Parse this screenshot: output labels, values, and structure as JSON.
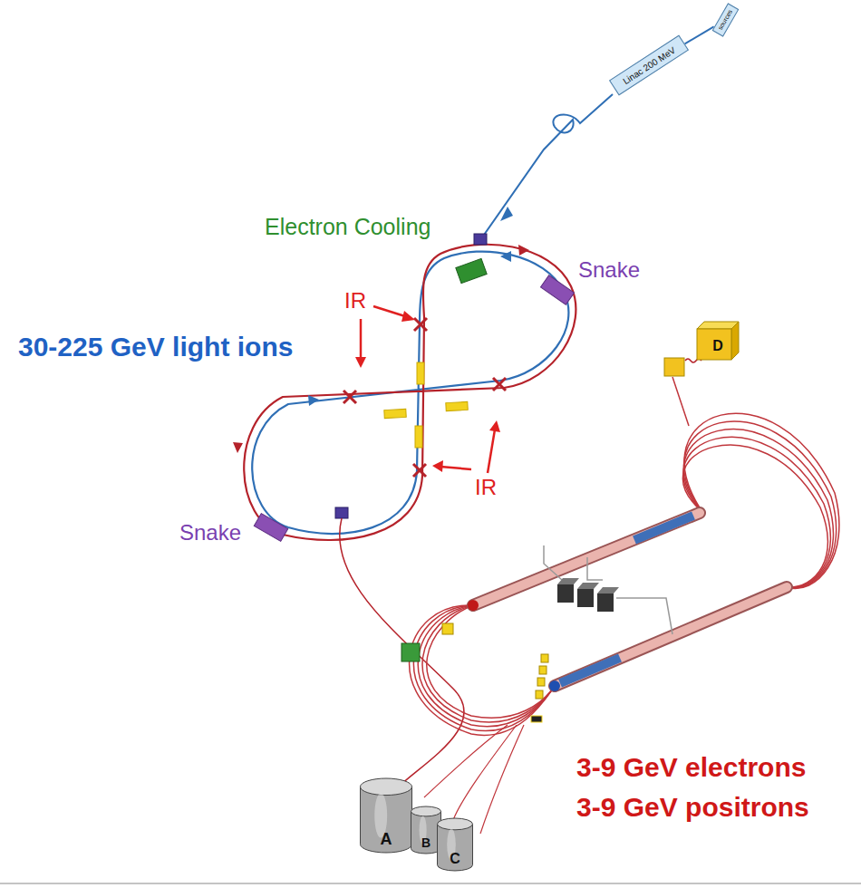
{
  "diagram": {
    "nodes": [
      {
        "text": [
          "Linac 200 MeV"
        ]
      },
      {
        "text": [
          "sources"
        ]
      },
      {
        "text": [
          "D"
        ]
      },
      {
        "text": [
          "A"
        ]
      },
      {
        "text": [
          "B"
        ]
      },
      {
        "text": [
          "C"
        ]
      }
    ],
    "edges": [
      {
        "from": 1,
        "to": 0,
        "arrow": "none"
      }
    ],
    "labels": [
      "Electron Cooling",
      "Snake",
      "IR",
      "30-225 GeV light ions",
      "IR",
      "Snake",
      "3-9 GeV electrons",
      "3-9 GeV positrons"
    ]
  }
}
